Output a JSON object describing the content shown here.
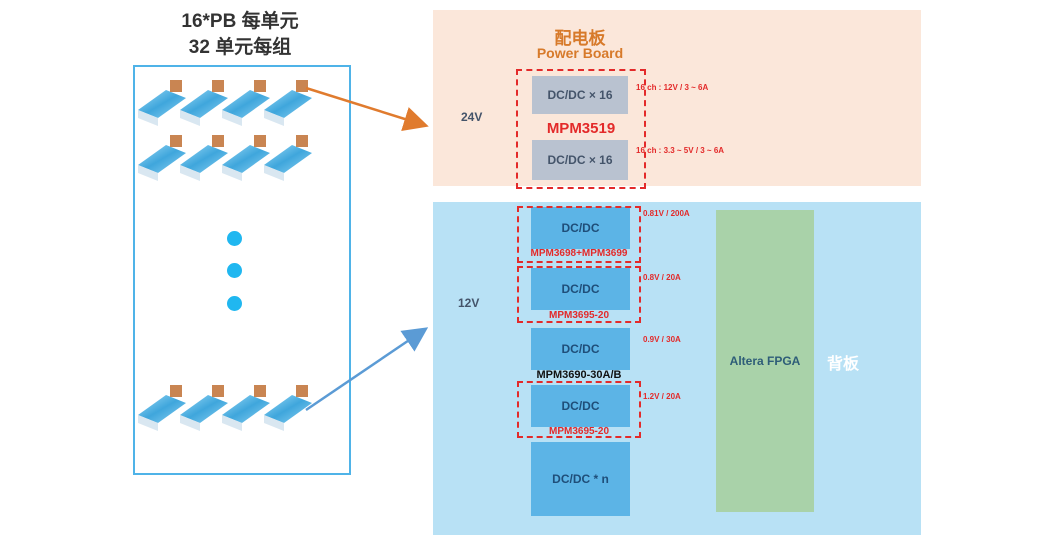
{
  "left": {
    "title_line1": "16*PB 每单元",
    "title_line2": "32 单元每组"
  },
  "power_board": {
    "title_cn": "配电板",
    "title_en": "Power Board",
    "input": "24V",
    "chip": "MPM3519",
    "converters": [
      {
        "label": "DC/DC × 16",
        "output": "16 ch : 12V / 3 ~ 6A"
      },
      {
        "label": "DC/DC × 16",
        "output": "16 ch : 3.3 ~ 5V / 3 ~ 6A"
      }
    ]
  },
  "backplane": {
    "title": "背板",
    "input": "12V",
    "fpga": "Altera FPGA",
    "rails": [
      {
        "label": "DC/DC",
        "chip": "MPM3698+MPM3699",
        "output": "0.81V / 200A"
      },
      {
        "label": "DC/DC",
        "chip": "MPM3695-20",
        "output": "0.8V / 20A"
      },
      {
        "label": "DC/DC",
        "chip": "MPM3690-30A/B",
        "output": "0.9V / 30A"
      },
      {
        "label": "DC/DC",
        "chip": "MPM3695-20",
        "output": "1.2V / 20A"
      },
      {
        "label": "DC/DC * n"
      }
    ]
  },
  "colors": {
    "power_panel": "#fbe7da",
    "back_panel": "#b8e1f5",
    "dc_blue": "#5cb4e6",
    "dc_gray": "#b9c2d0",
    "fpga_green": "#a9d2a9",
    "accent_red": "#e32a2a",
    "orange_arrow": "#e07b2e",
    "blue_arrow": "#5b9bd5",
    "frame_blue": "#4fb3e8"
  }
}
